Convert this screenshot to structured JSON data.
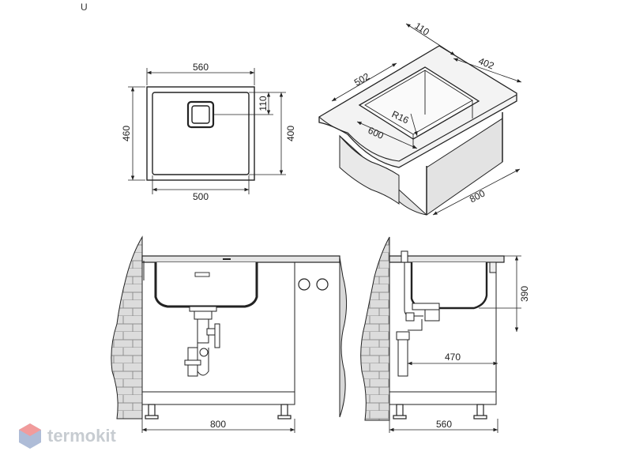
{
  "corner_mark": "U",
  "watermark": {
    "text": "termokit",
    "colors": {
      "logo_red": "#e64b4b",
      "logo_blue": "#6c86b8",
      "text": "#9aa3ad"
    }
  },
  "colors": {
    "line": "#222222",
    "wall": "#d6d6d6",
    "brick": "#cfcfcf",
    "sink_fill": "#ffffff"
  },
  "top_view": {
    "width_outer": "560",
    "width_inner": "500",
    "height_outer": "460",
    "height_inner": "400",
    "drain_offset": "110"
  },
  "iso_view": {
    "width": "600",
    "depth_inner": "502",
    "rear": "110",
    "side": "402",
    "radius": "R16",
    "cabinet": "800"
  },
  "front_view": {
    "cabinet_width": "800"
  },
  "side_view": {
    "cabinet_depth": "560",
    "sink_depth": "390",
    "drain_distance": "470"
  }
}
